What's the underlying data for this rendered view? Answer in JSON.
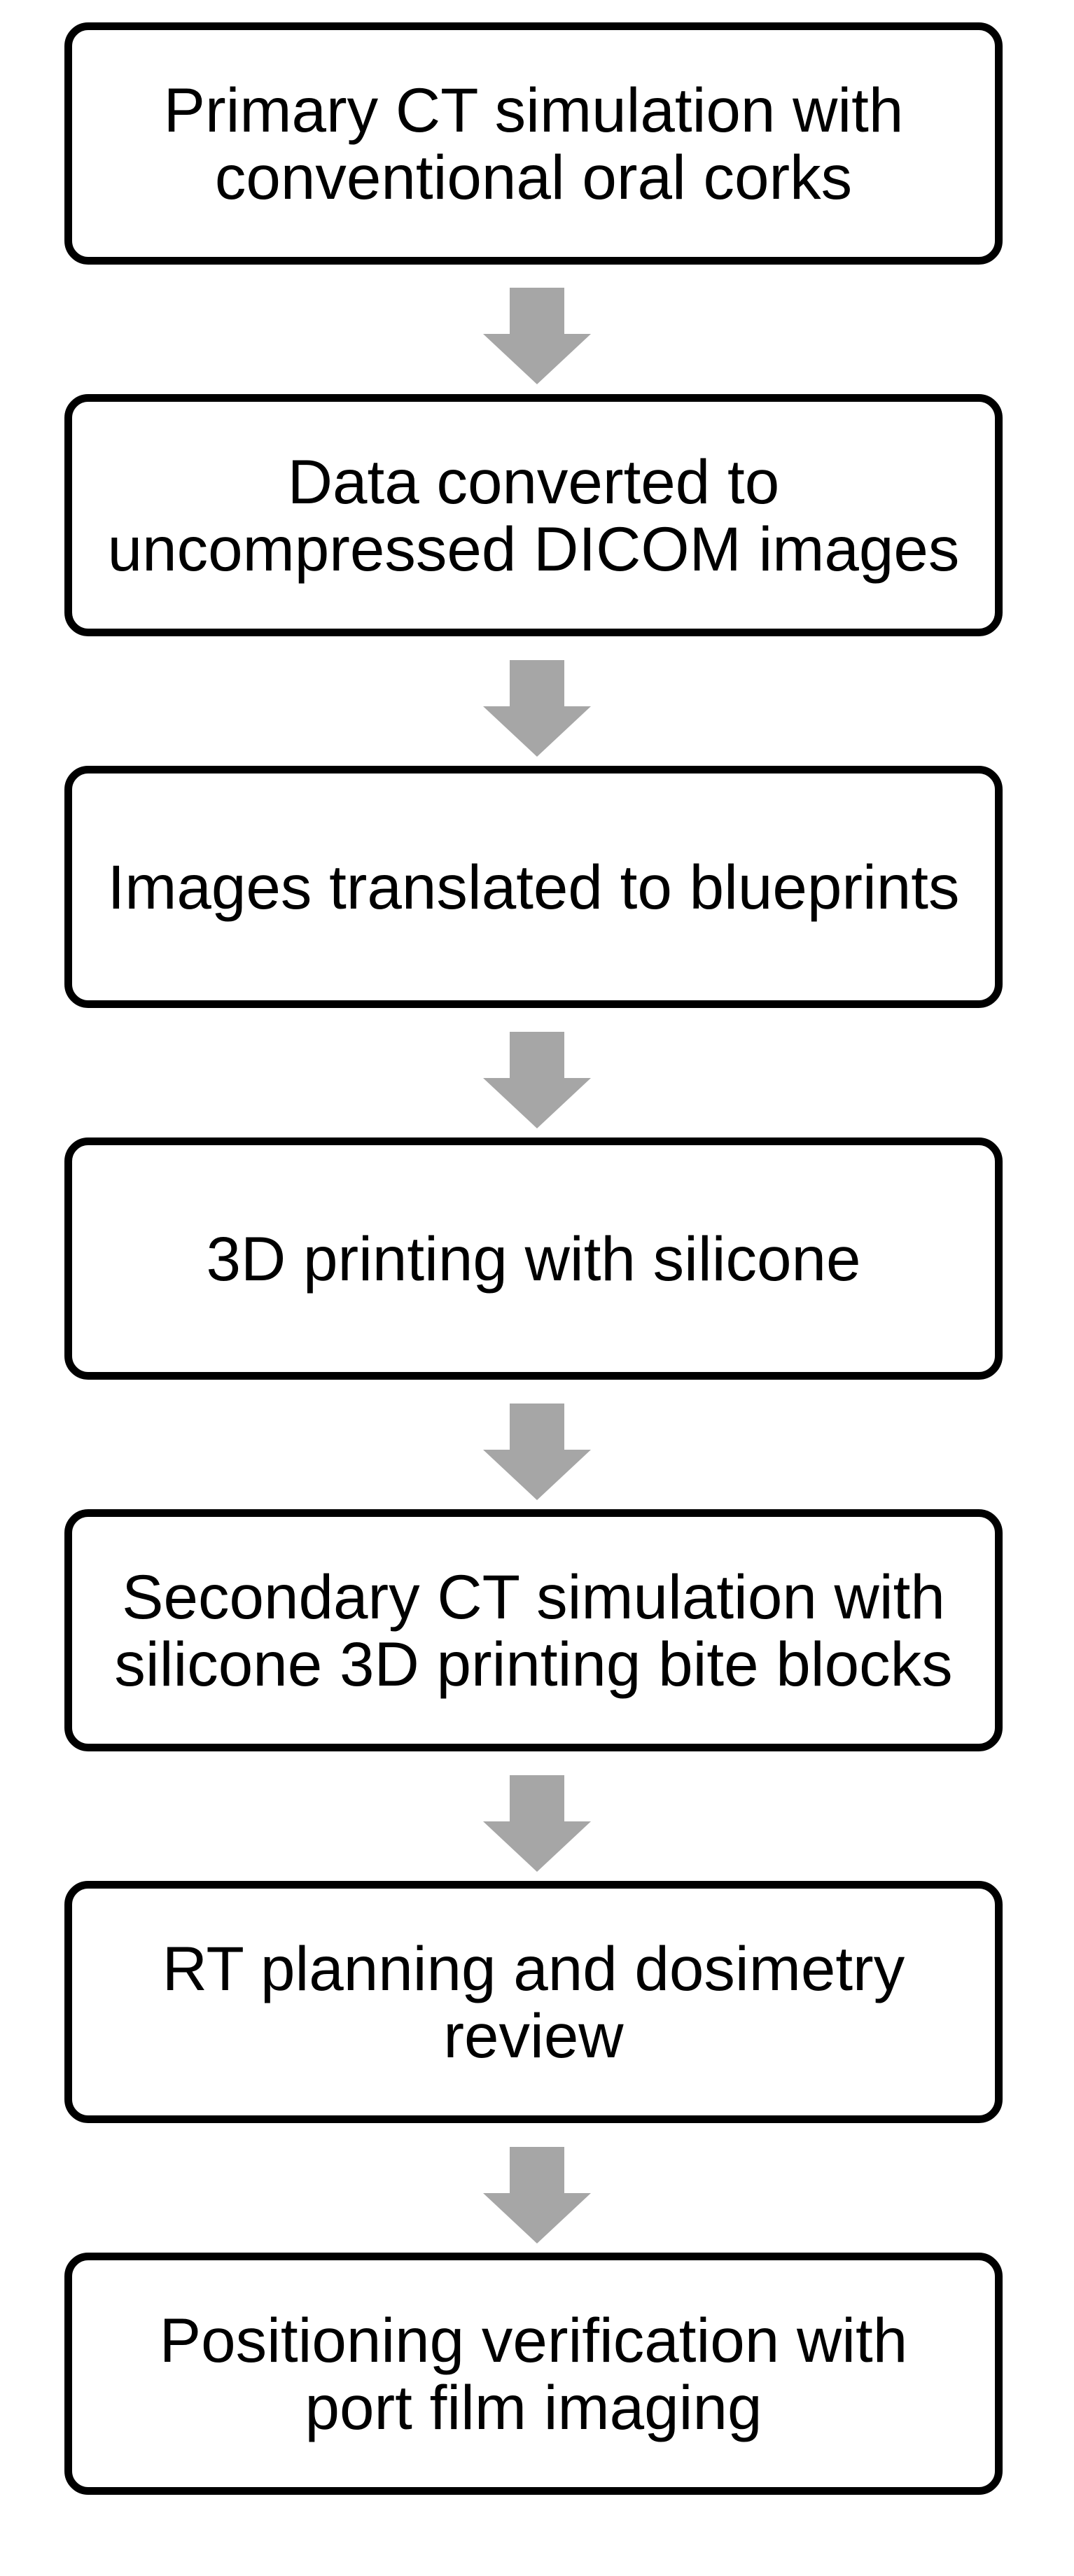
{
  "colors": {
    "border": "#000000",
    "arrow": "#a6a6a6",
    "background": "#ffffff",
    "text": "#000000"
  },
  "steps": [
    {
      "label": "Primary CT simulation with\nconventional oral corks"
    },
    {
      "label": "Data converted to\nuncompressed DICOM images"
    },
    {
      "label": "Images translated to blueprints"
    },
    {
      "label": "3D printing with silicone"
    },
    {
      "label": "Secondary CT simulation with\nsilicone 3D printing bite blocks"
    },
    {
      "label": "RT planning and dosimetry\nreview"
    },
    {
      "label": "Positioning verification with\nport film imaging"
    }
  ],
  "arrow_icon": "down-arrow-icon"
}
